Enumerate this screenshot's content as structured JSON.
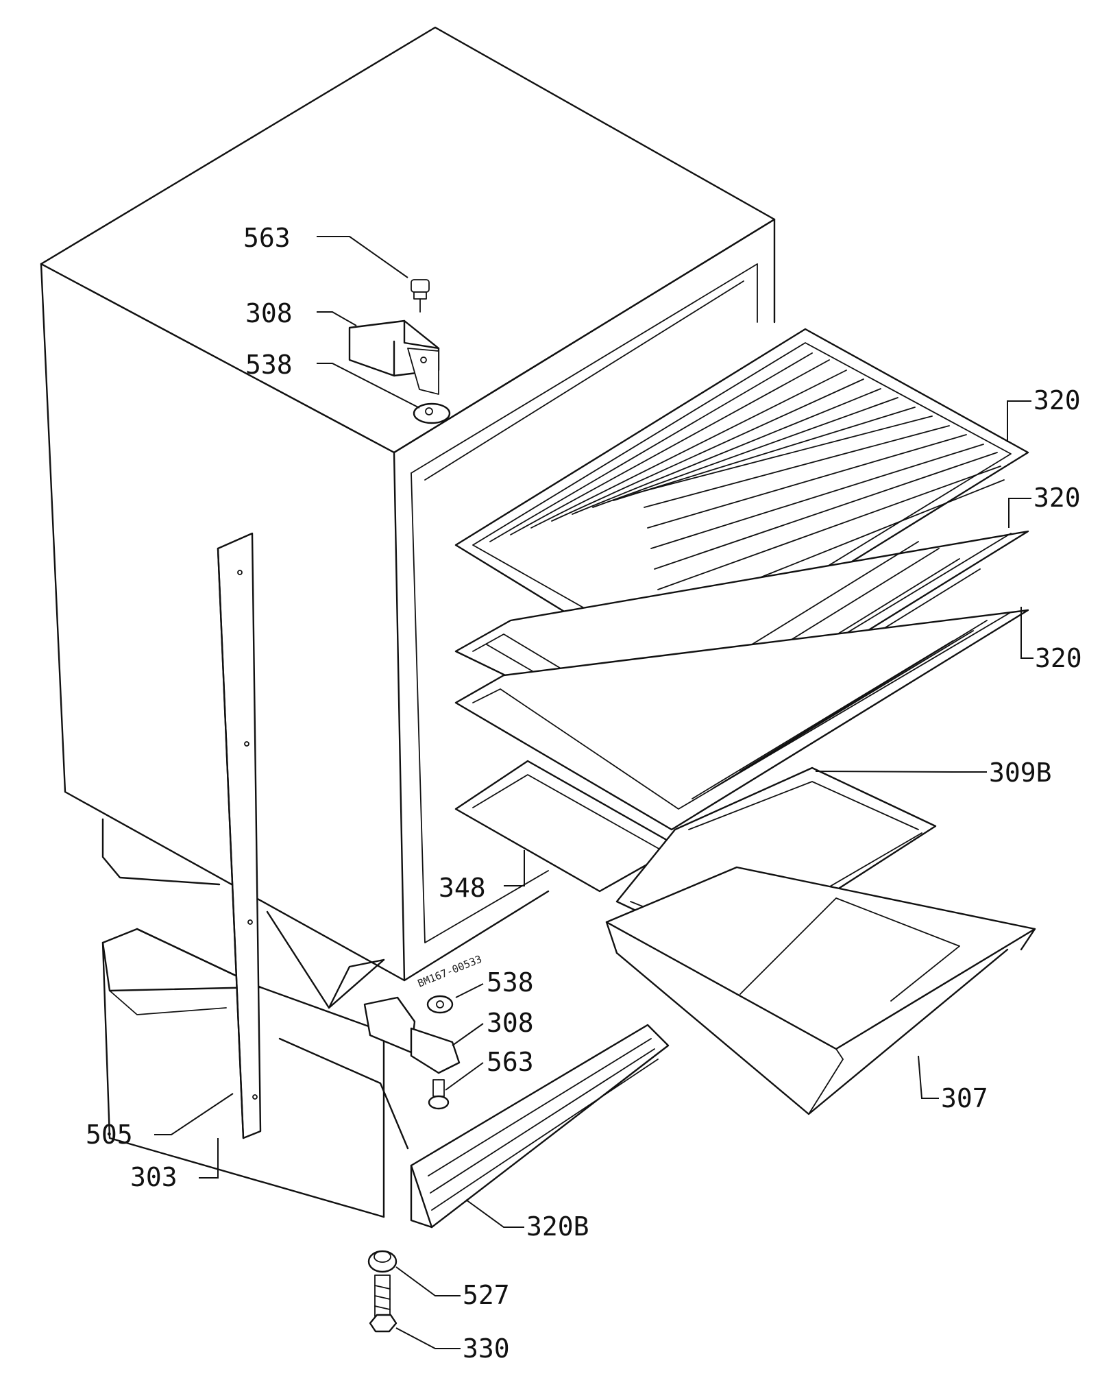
{
  "labels": {
    "l563_top": "563",
    "l308_top": "308",
    "l538_top": "538",
    "l320_a": "320",
    "l320_b": "320",
    "l320_c": "320",
    "l309b": "309B",
    "l348": "348",
    "l538_bot": "538",
    "l308_bot": "308",
    "l563_bot": "563",
    "l307": "307",
    "l505": "505",
    "l303": "303",
    "l320b": "320B",
    "l527": "527",
    "l330": "330"
  },
  "stamp": "BM167-00533"
}
